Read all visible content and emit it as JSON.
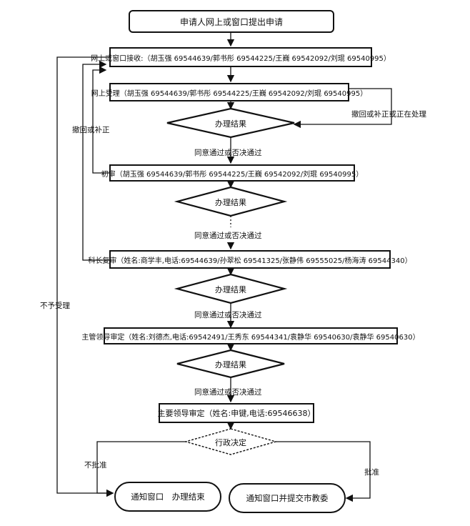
{
  "flow": {
    "start": "申请人网上或窗口提出申请",
    "receive": "网上或窗口接收:（胡玉强 69544639/郭书彤 69544225/王巍 69542092/刘琨 69540995）",
    "accept": "网上受理（胡玉强 69544639/郭书彤 69544225/王巍 69542092/刘琨 69540995）",
    "result1": "办理结果",
    "pass1": "同意通过或否决通过",
    "initial": "初审（胡玉强 69544639/郭书彤 69544225/王巍 69542092/刘琨 69540995）",
    "result2": "办理结果",
    "pass2": "同意通过或否决通过",
    "section": "科长复审（姓名:商学丰,电话:69544639/孙翠松 69541325/张静伟 69555025/杨海涛 69544340）",
    "result3": "办理结果",
    "pass3": "同意通过或否决通过",
    "leader": "主管领导审定（姓名:刘德杰,电话:69542491/王秀东 69544341/袁静华 69540630/袁静华 69540630）",
    "result4": "办理结果",
    "pass4": "同意通过或否决通过",
    "chief": "主要领导审定（姓名:申键,电话:69546638）",
    "decision": "行政决定",
    "notify_end": "通知窗口　办理结束",
    "notify_submit": "通知窗口并提交市教委"
  },
  "labels": {
    "reject_or_correct": "撤回或补正",
    "reject_or_processing": "撤回或补正或正在处理",
    "not_accepted": "不予受理",
    "not_approved": "不批准",
    "approved": "批准"
  }
}
